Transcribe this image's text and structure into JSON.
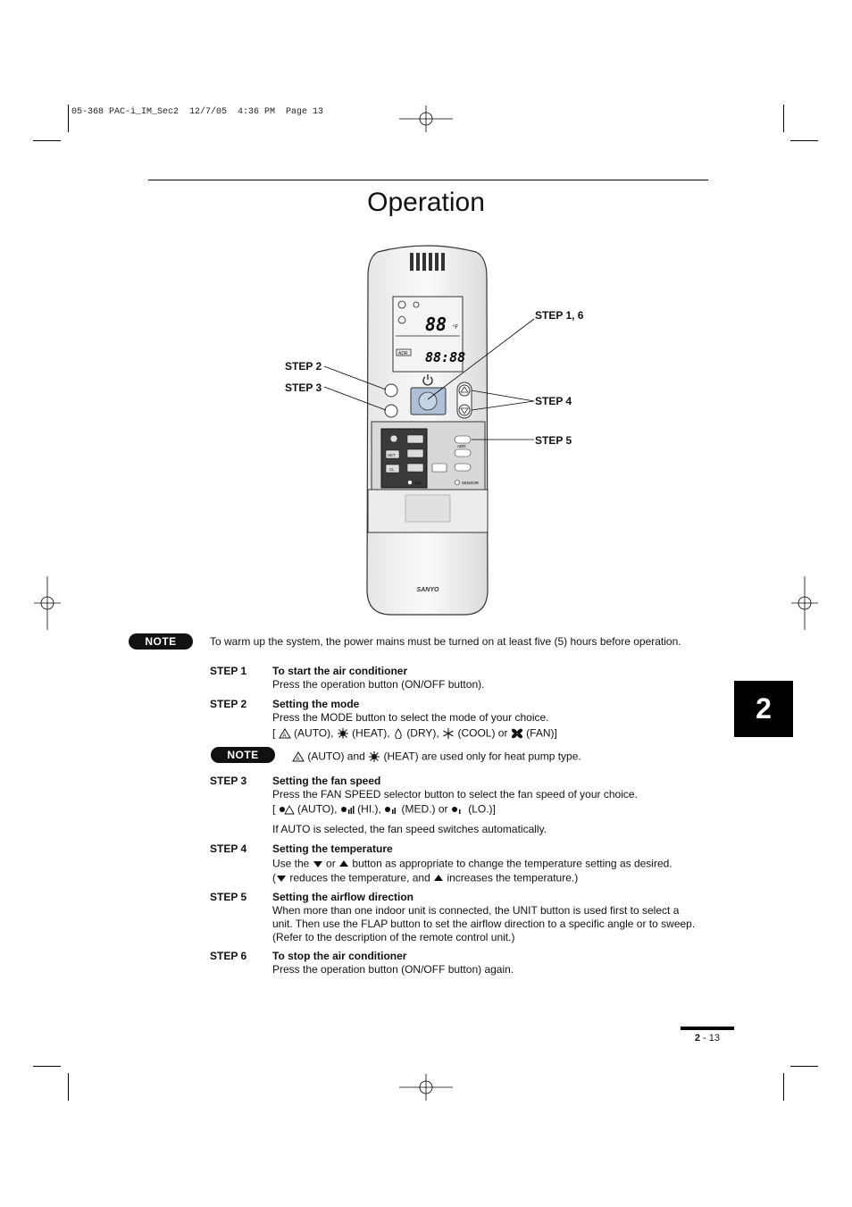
{
  "print_header": "05-368 PAC-i_IM_Sec2  12/7/05  4:36 PM  Page 13",
  "title": "Operation",
  "section_tab": "2",
  "remote": {
    "brand": "SANYO",
    "callouts": {
      "step16": "STEP 1, 6",
      "step2": "STEP 2",
      "step3": "STEP 3",
      "step4": "STEP 4",
      "step5": "STEP 5"
    },
    "lcd_digits_top": "88",
    "lcd_digits_time": "88:88",
    "lcd_unit": "°F",
    "lcd_adr": "ADR",
    "btn_set": "SET",
    "btn_cl": "CL",
    "btn_acl": "ACL",
    "btn_sensor": "SENSOR",
    "btn_adr": "ADR"
  },
  "note1": {
    "label": "NOTE",
    "text": "To warm up the system, the power mains must be turned on at least five (5) hours before operation."
  },
  "steps": {
    "s1": {
      "label": "STEP 1",
      "title": "To start the air conditioner",
      "text": "Press the operation button (ON/OFF button)."
    },
    "s2": {
      "label": "STEP 2",
      "title": "Setting the mode",
      "text": "Press the MODE button to select the mode of your choice.",
      "open": "[",
      "auto": "(AUTO),",
      "heat": "(HEAT),",
      "dry": "(DRY),",
      "cool": "(COOL) or",
      "fan": "(FAN)]"
    },
    "note2": {
      "label": "NOTE",
      "auto": "(AUTO) and",
      "heat": "(HEAT) are used only for heat pump type."
    },
    "s3": {
      "label": "STEP 3",
      "title": "Setting the fan speed",
      "text": "Press the FAN SPEED selector button to select the fan speed of your choice.",
      "open": "[",
      "auto": "(AUTO),",
      "hi": "(HI.),",
      "med": "(MED.) or",
      "lo": "(LO.)]",
      "text2": "If AUTO is selected, the fan speed switches automatically."
    },
    "s4": {
      "label": "STEP 4",
      "title": "Setting the temperature",
      "line1_a": "Use the",
      "line1_b": "or",
      "line1_c": "button as appropriate to change the temperature setting as desired.",
      "line2_a": "(",
      "line2_b": "reduces the temperature, and",
      "line2_c": "increases the temperature.)"
    },
    "s5": {
      "label": "STEP 5",
      "title": "Setting the airflow direction",
      "text": "When more than one indoor unit is connected, the UNIT button is used first to select a unit. Then use the FLAP button to set the airflow direction to a specific angle or to sweep. (Refer to the description of the remote control unit.)"
    },
    "s6": {
      "label": "STEP 6",
      "title": "To stop the air conditioner",
      "text": "Press the operation button (ON/OFF button) again."
    }
  },
  "footer": {
    "section": "2",
    "page": "13"
  }
}
